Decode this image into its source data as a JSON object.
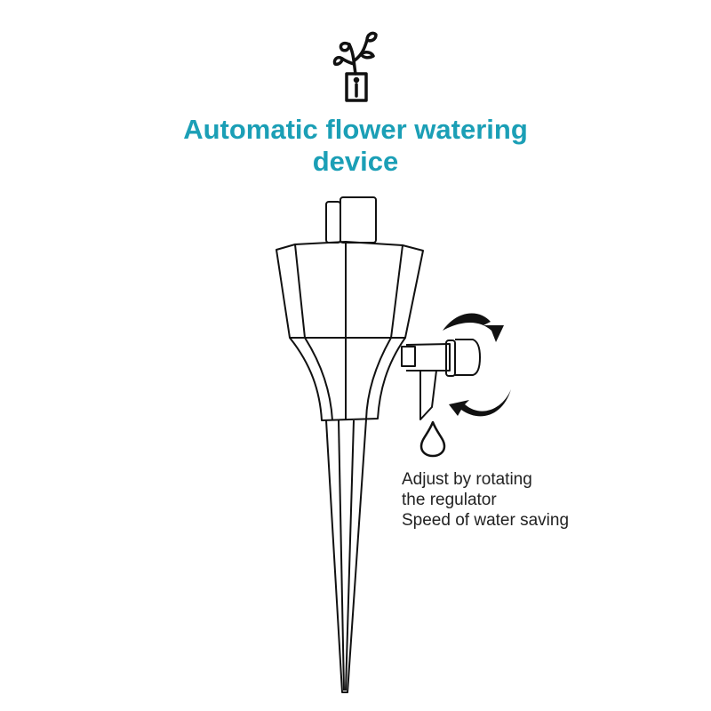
{
  "title": {
    "line1": "Automatic flower watering",
    "line2": "device"
  },
  "note": {
    "line1": "Adjust by rotating",
    "line2": "the regulator",
    "line3": "Speed of water saving"
  },
  "colors": {
    "accent": "#1b9fb6",
    "line": "#111111"
  },
  "icons": [
    "plant-pot-icon",
    "rotate-arrow-icon",
    "water-drop-icon"
  ]
}
